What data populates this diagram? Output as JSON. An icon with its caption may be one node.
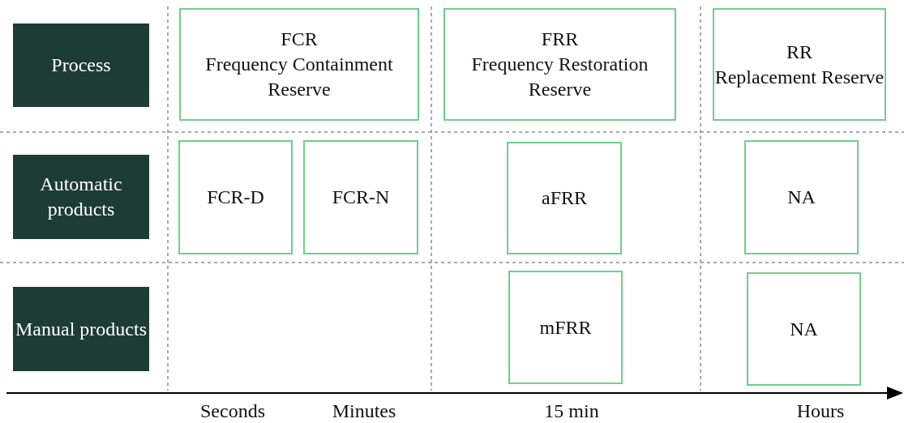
{
  "diagram": {
    "nodes": [
      {
        "text": [
          "Process"
        ]
      },
      {
        "text": [
          "FCR",
          "Frequency Containment Reserve"
        ]
      },
      {
        "text": [
          "FRR",
          "Frequency Restoration Reserve"
        ]
      },
      {
        "text": [
          "RR",
          "Replacement Reserve"
        ]
      },
      {
        "text": [
          "Automatic products"
        ]
      },
      {
        "text": [
          "FCR-D"
        ]
      },
      {
        "text": [
          "FCR-N"
        ]
      },
      {
        "text": [
          "aFRR"
        ]
      },
      {
        "text": [
          "NA"
        ]
      },
      {
        "text": [
          "Manual products"
        ]
      },
      {
        "text": [
          "mFRR"
        ]
      },
      {
        "text": [
          "NA"
        ]
      }
    ],
    "edges": [],
    "labels": [
      "Seconds",
      "Minutes",
      "15 min",
      "Hours"
    ]
  }
}
